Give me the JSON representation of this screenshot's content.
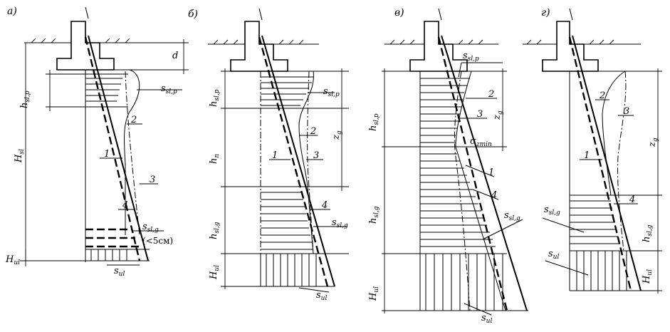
{
  "panels": [
    {
      "letter": "а)"
    },
    {
      "letter": "б)"
    },
    {
      "letter": "в)"
    },
    {
      "letter": "г)"
    }
  ],
  "labels": {
    "d": "d",
    "H": "H",
    "sl": "sl",
    "ul": "ul",
    "h": "h",
    "hn": "n",
    "slp": "sl,p",
    "slg": "sl,g",
    "s": "s",
    "z": "z",
    "g": "g",
    "sigma": "σ",
    "zmin": "zmin",
    "lt5": "(<5см)",
    "c1": "1",
    "c2": "2",
    "c3": "3",
    "c4": "4"
  }
}
